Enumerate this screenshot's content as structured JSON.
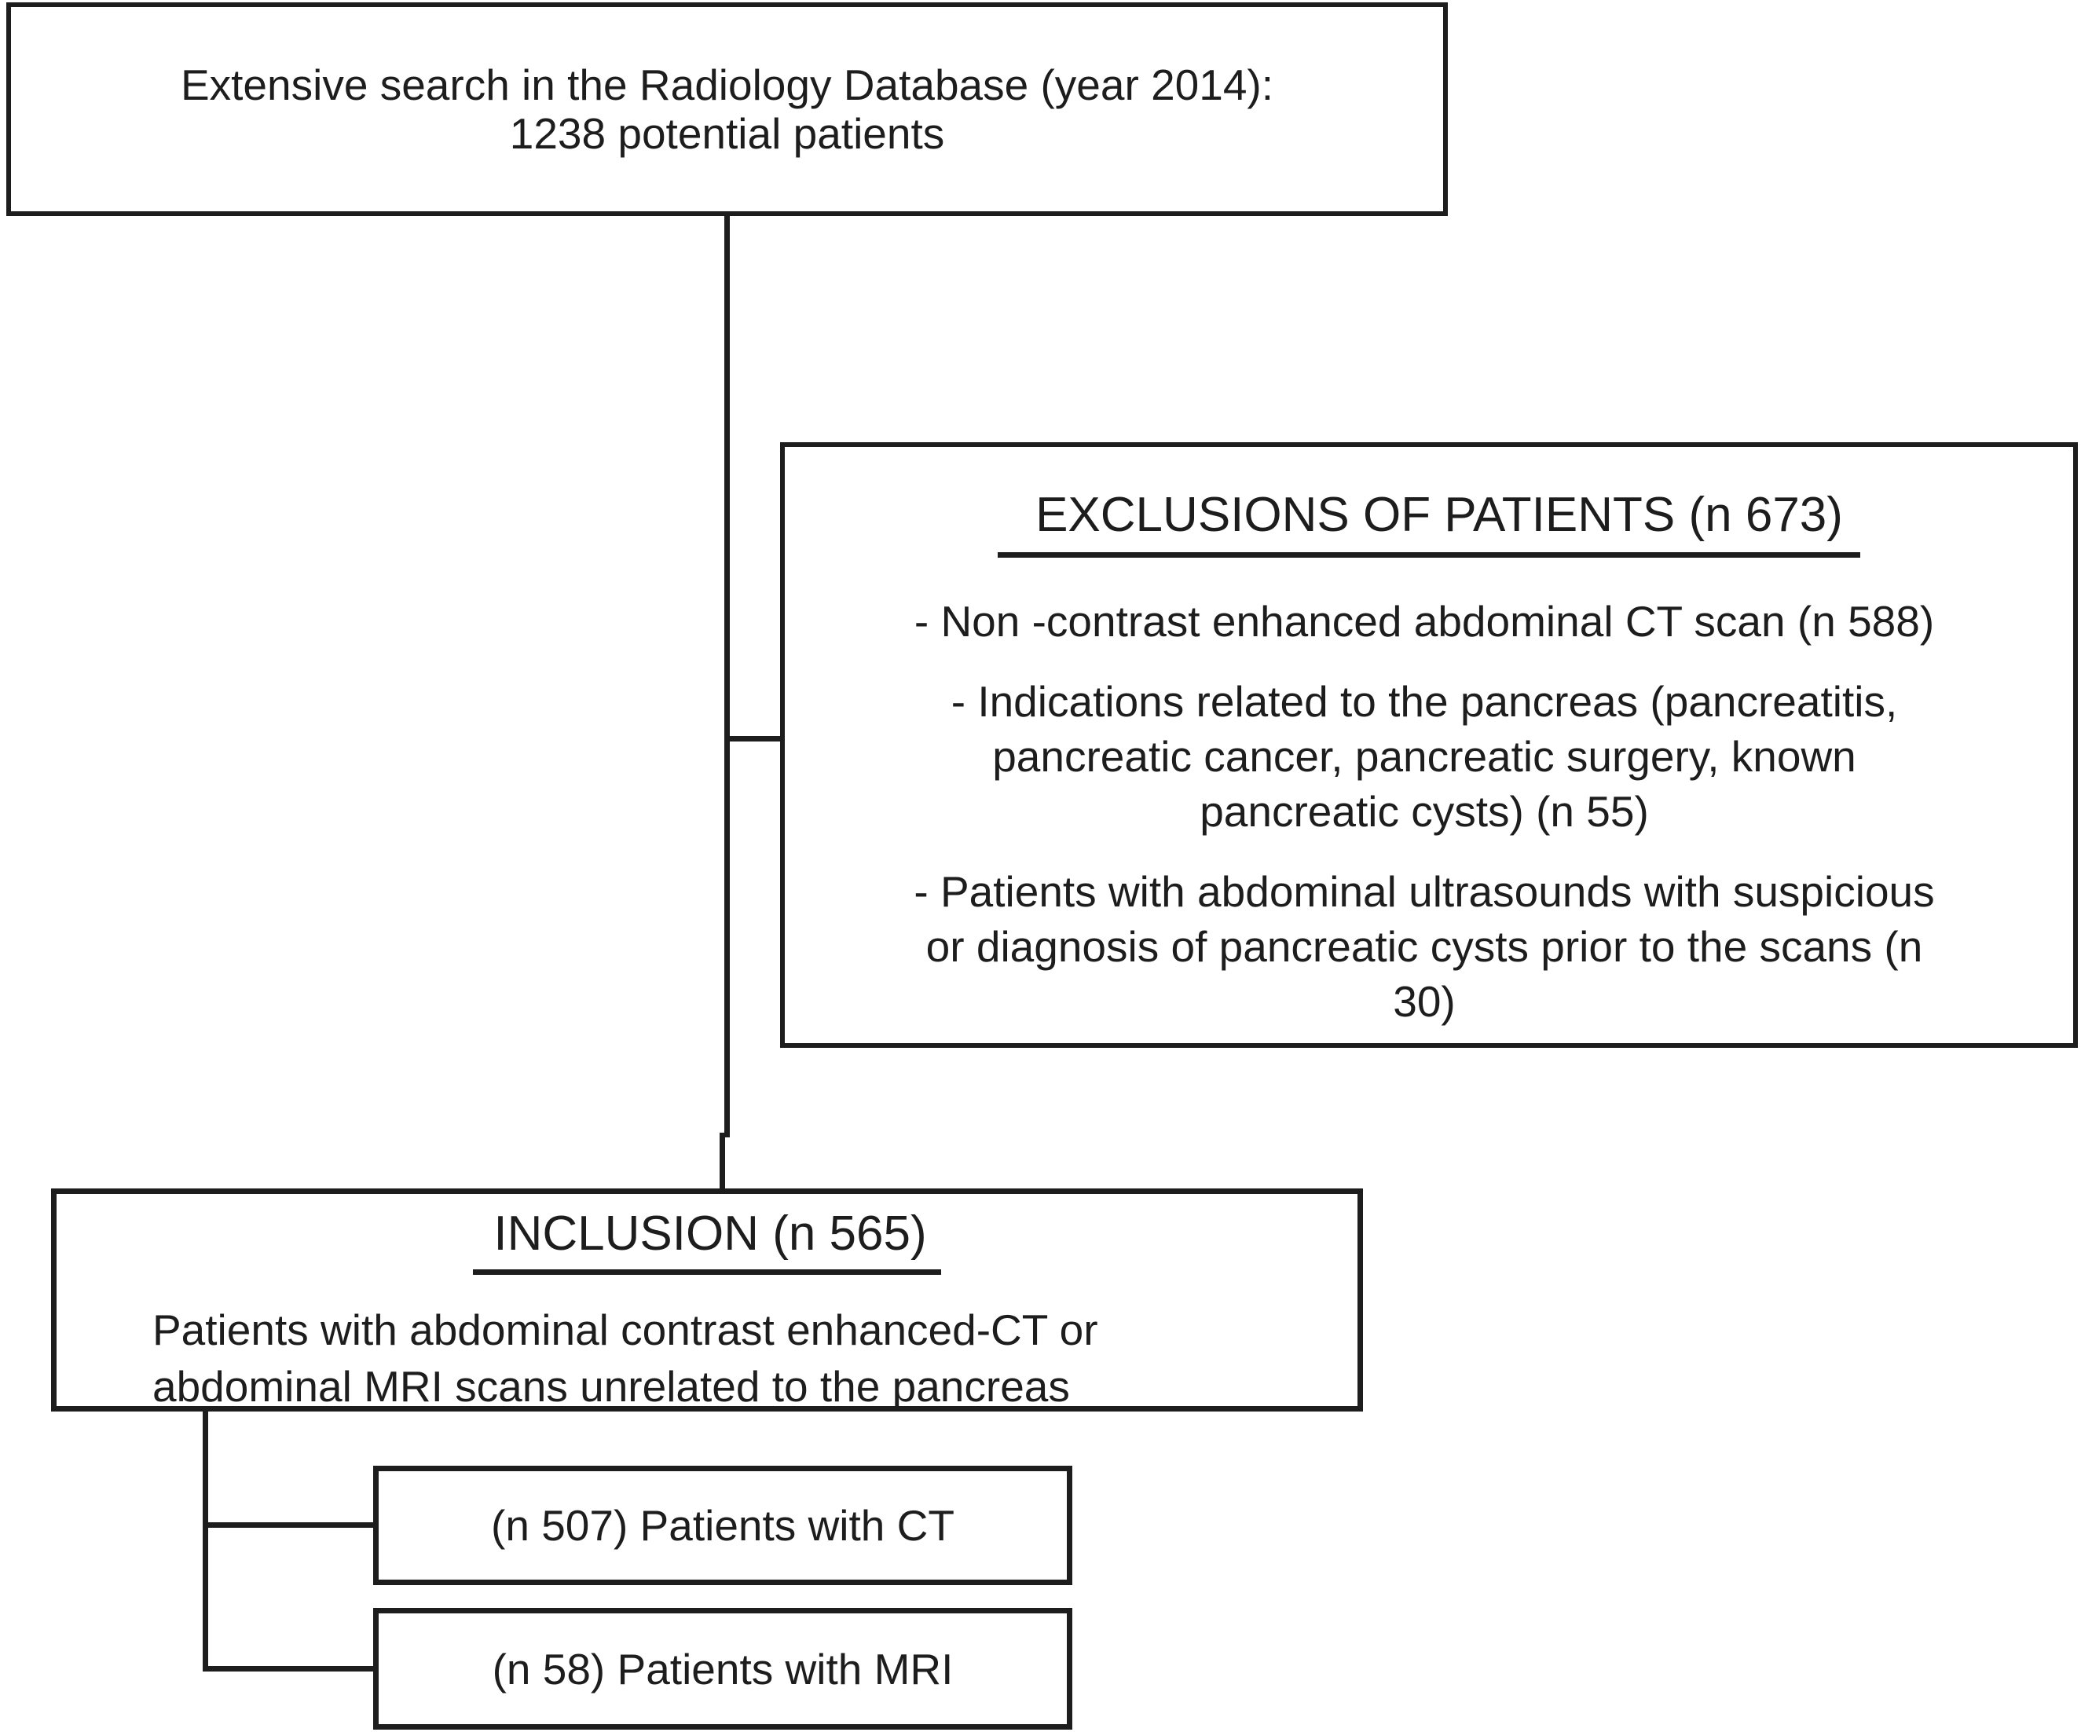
{
  "figure": {
    "background_color": "#ffffff",
    "line_color": "#1d1d1d"
  },
  "top_box": {
    "lines": [
      "Extensive search in the Radiology Database (year 2014):",
      "1238 potential patients"
    ]
  },
  "exclusions_box": {
    "title": "EXCLUSIONS OF PATIENTS (n 673)",
    "items": [
      {
        "lines": [
          "- Non -contrast enhanced abdominal CT scan (n 588)"
        ]
      },
      {
        "lines": [
          "- Indications related to the pancreas (pancreatitis,",
          "pancreatic cancer, pancreatic surgery, known",
          "pancreatic cysts) (n 55)"
        ]
      },
      {
        "lines": [
          "- Patients with abdominal ultrasounds with suspicious",
          "or diagnosis of pancreatic cysts prior to the scans (n",
          "30)"
        ]
      }
    ]
  },
  "inclusion_box": {
    "title": "INCLUSION (n 565)",
    "body_lines": [
      "Patients with abdominal contrast enhanced-CT or",
      "abdominal MRI scans unrelated to the pancreas"
    ]
  },
  "ct_box": {
    "label": "(n 507) Patients with CT"
  },
  "mri_box": {
    "label": "(n 58) Patients with MRI"
  }
}
